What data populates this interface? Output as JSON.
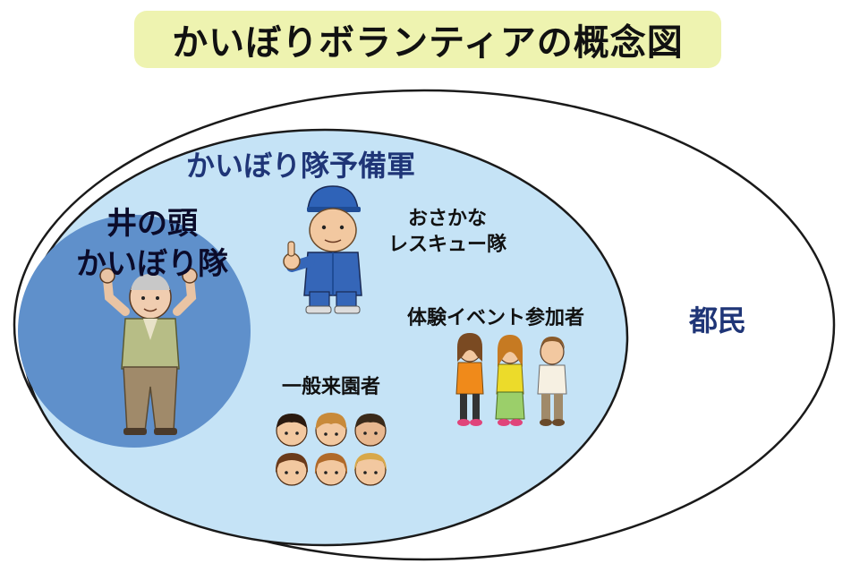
{
  "title": "かいぼりボランティアの概念図",
  "groups": {
    "citizens": "都民",
    "reserve": "かいぼり隊予備軍",
    "core": {
      "line1": "井の頭",
      "line2": "かいぼり隊"
    },
    "rescue": {
      "line1": "おさかな",
      "line2": "レスキュー隊"
    },
    "event": "体験イベント参加者",
    "visitors": "一般来園者"
  },
  "colors": {
    "title_bg": "#eef3b0",
    "outer_fill": "#ffffff",
    "reserve_fill": "#c5e3f6",
    "core_fill": "#5f90cb",
    "label_navy": "#1f3577"
  },
  "icons": [
    "elderly-man-volunteer-icon",
    "worker-thumbs-up-icon",
    "three-people-icon",
    "six-faces-icon"
  ]
}
